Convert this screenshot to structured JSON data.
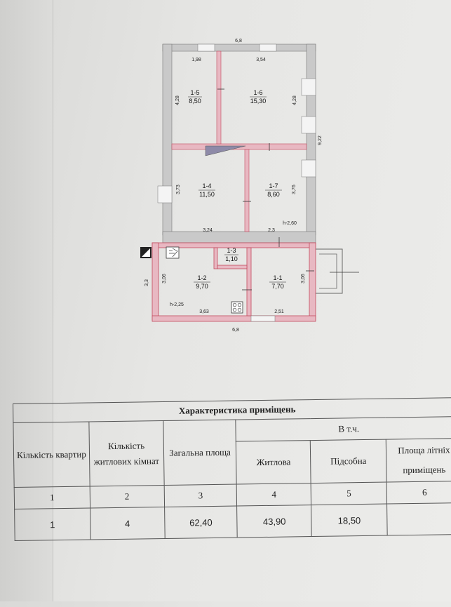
{
  "plan": {
    "dims": {
      "top_overall": "6,8",
      "top_left_room": "1,98",
      "top_right_room": "3,54",
      "right_overall": "9,22",
      "room15_height": "4,28",
      "room16_height": "4,28",
      "room14_height": "3,73",
      "room17_height": "3,76",
      "room14_width": "3,24",
      "room17_width": "2,3",
      "bottom_overall": "6,8",
      "left_bottom": "3,3",
      "room12_height": "3,06",
      "room11_height": "3,06",
      "room12_width": "3,63",
      "room11_width": "2,51"
    },
    "heights": {
      "upper": "h-2,60",
      "lower": "h-2,25"
    },
    "rooms": [
      {
        "id": "1-5",
        "area": "8,50"
      },
      {
        "id": "1-6",
        "area": "15,30"
      },
      {
        "id": "1-4",
        "area": "11,50"
      },
      {
        "id": "1-7",
        "area": "8,60"
      },
      {
        "id": "1-3",
        "area": "1,10"
      },
      {
        "id": "1-2",
        "area": "9,70"
      },
      {
        "id": "1-1",
        "area": "7,70"
      }
    ]
  },
  "table": {
    "caption": "Характеристика приміщень",
    "headers": {
      "apartments": "Кількість квартир",
      "living_rooms": "Кількість житлових кімнат",
      "total_area": "Загальна площа",
      "incl": "В т.ч.",
      "living": "Житлова",
      "auxiliary": "Підсобна",
      "summer": "Площа літніх приміщень"
    },
    "index": [
      "1",
      "2",
      "3",
      "4",
      "5",
      "6"
    ],
    "values": {
      "apartments": "1",
      "living_rooms": "4",
      "total_area": "62,40",
      "living": "43,90",
      "auxiliary": "18,50",
      "summer": ""
    }
  }
}
